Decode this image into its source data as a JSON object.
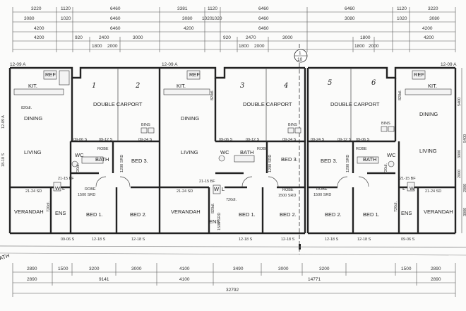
{
  "top_dims": {
    "row1": [
      "3220",
      "1120",
      "6460",
      "3381",
      "1120",
      "6460",
      "6460",
      "1120",
      "3220"
    ],
    "row2": [
      "3080",
      "1020",
      "6460",
      "3080",
      "1020",
      "1020",
      "6460",
      "3080",
      "1020",
      "3080"
    ],
    "row3": [
      "4200",
      "6460",
      "4200",
      "6460",
      "4200"
    ],
    "row4": [
      "4200",
      "920",
      "2400",
      "3000",
      "920",
      "2470",
      "3000",
      "1800",
      "4200"
    ],
    "row5": [
      "1800",
      "2000",
      "1800",
      "2000",
      "1800",
      "2000"
    ]
  },
  "section_marker": {
    "top": "1",
    "bottom": "10"
  },
  "units": [
    {
      "rooms": {
        "ref": "REF",
        "kit": "KIT.",
        "dining": "DINING",
        "living": "LIVING",
        "wc": "WC",
        "bath": "BATH",
        "robe1": "ROBE",
        "robe2": "ROBE",
        "bed3": "BED 3.",
        "bed1": "BED 1.",
        "bed2": "BED 2.",
        "ens": "ENS",
        "verandah": "VERANDAH",
        "w": "W",
        "l": "L"
      },
      "dims": {
        "top": "12-09 A",
        "side1": "12-09 A",
        "side2": "18-18 S",
        "d820": "820dl.",
        "d0906a": "09-06 S",
        "d0912": "09-12 S",
        "d0924": "09-24 S",
        "d2115": "21-15 BF",
        "d2124": "21-24 SD",
        "d1500": "1500 SRD",
        "d720a": "720dl.",
        "d720b": "720dl.",
        "d0906b": "09-06 S",
        "d1218a": "12-18 S",
        "d1218b": "12-18 S",
        "d1200": "1200 SRD"
      }
    },
    {
      "rooms": {
        "ref": "REF",
        "kit": "KIT.",
        "dining": "DINING",
        "living": "LIVING",
        "wc": "WC",
        "bath": "BATH",
        "robe1": "ROBE",
        "robe2": "ROBE",
        "bed3": "BED 3.",
        "bed1": "BED 1.",
        "bed2": "BED 2.",
        "ens": "ENS",
        "verandah": "VERANDAH",
        "w": "W",
        "l": "L"
      },
      "dims": {
        "top": "12-09 A",
        "d820": "820dl.",
        "d0906a": "09-06 S",
        "d0912": "09-12 S",
        "d0924": "09-24 S",
        "d2115": "21-15 BF",
        "d2124": "21-24 SD",
        "d1500": "1500 SRD",
        "d720a": "720dl.",
        "d1218a": "12-18 S",
        "d1218b": "12-18 S",
        "d1200": "1200 SRD",
        "d820b": "820dl.",
        "d1500b": "1500 SRD"
      }
    },
    {
      "rooms": {
        "ref": "REF",
        "kit": "KIT.",
        "dining": "DINING",
        "living": "LIVING",
        "wc": "WC",
        "bath": "BATH",
        "robe1": "ROBE",
        "robe2": "ROBE",
        "bed3": "BED 3.",
        "bed1": "BED 1.",
        "bed2": "BED 2.",
        "ens": "ENS",
        "verandah": "VERANDAH",
        "w": "W",
        "l": "L"
      },
      "dims": {
        "top": "12-09 A",
        "d820": "820dl.",
        "d0906a": "09-06 S",
        "d0912": "09-12 S",
        "d0924": "09-24 S",
        "d2115": "21-15 BF",
        "d2124": "21-24 SD",
        "d1500": "1500 SRD",
        "d720a": "720dl.",
        "d720b": "720dl.",
        "d0906b": "09-06 S",
        "d1218a": "12-18 S",
        "d1218b": "12-18 S",
        "d1200": "1200 SRD"
      }
    }
  ],
  "carports": [
    {
      "label": "DOUBLE CARPORT",
      "n1": "1",
      "n2": "2",
      "bins": "BINS"
    },
    {
      "label": "DOUBLE CARPORT",
      "n1": "3",
      "n2": "4",
      "bins": "BINS"
    },
    {
      "label": "DOUBLE CARPORT",
      "n1": "5",
      "n2": "6",
      "bins": "BINS"
    }
  ],
  "right_dims": [
    "5400",
    "3000",
    "2000",
    "5400",
    "2000",
    "3000"
  ],
  "bottom_dims": {
    "row1": [
      "2890",
      "1500",
      "3200",
      "3000",
      "4100",
      "3490",
      "3000",
      "3200",
      "1500",
      "2890"
    ],
    "row2": [
      "2890",
      "9141",
      "4100",
      "14771",
      "2890"
    ],
    "row3": [
      "32792"
    ]
  },
  "street_label": "ATH"
}
